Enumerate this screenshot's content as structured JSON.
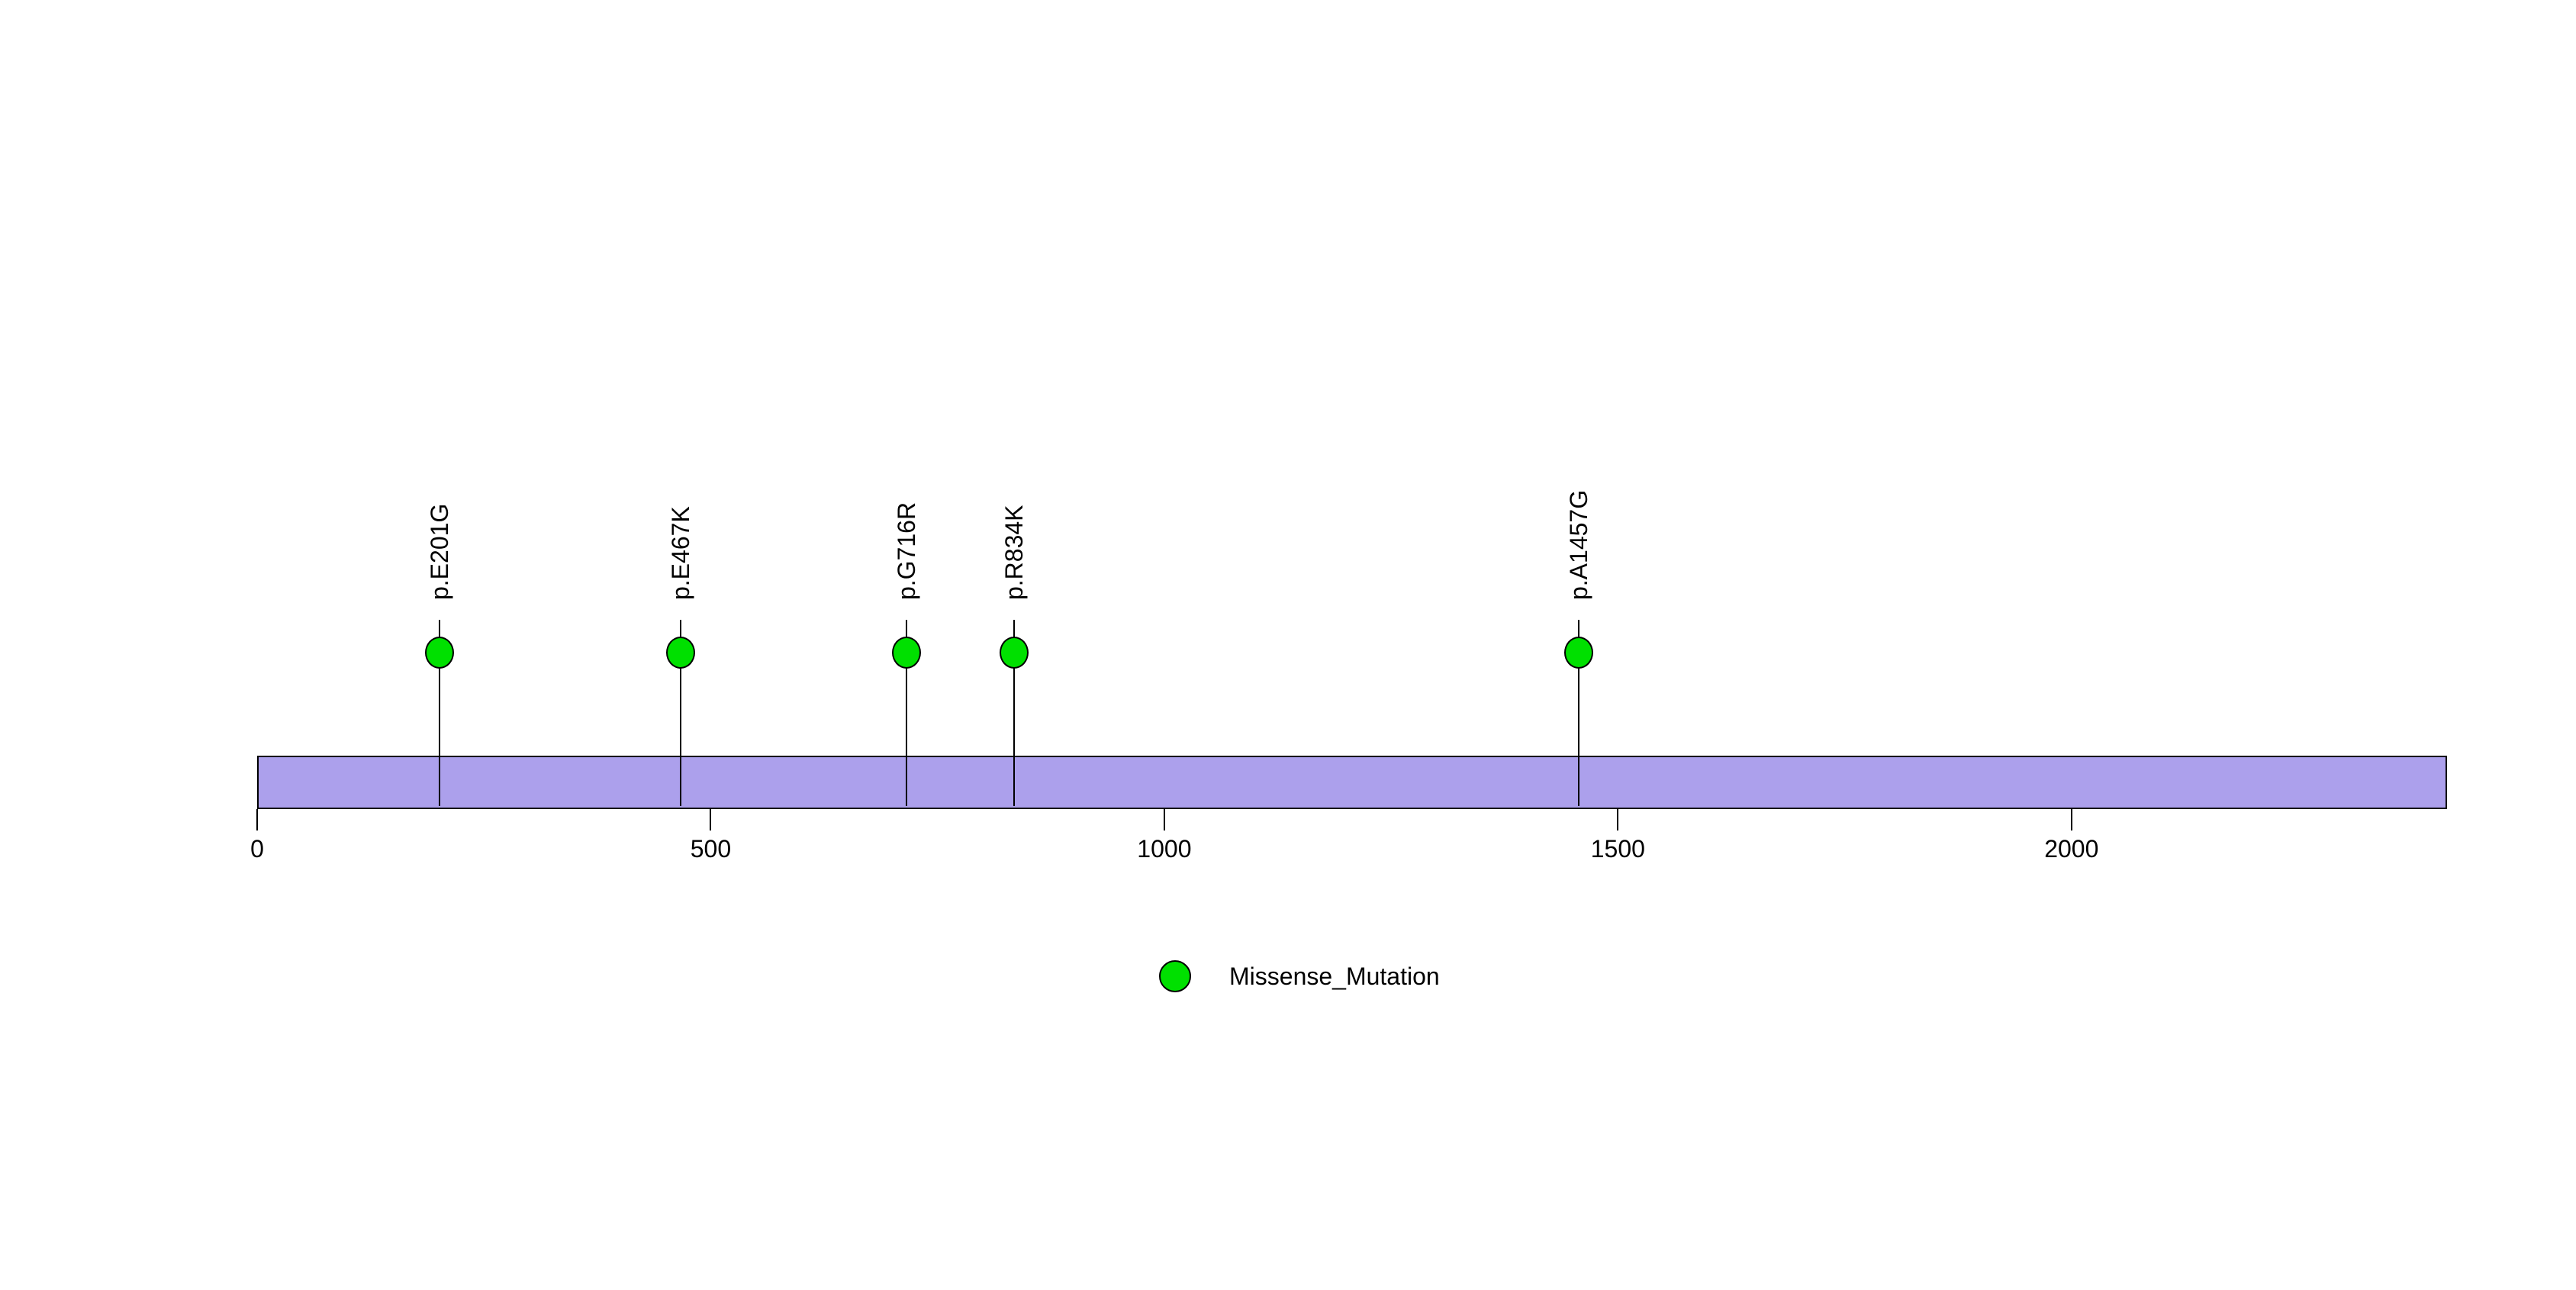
{
  "chart_data": {
    "type": "lollipop",
    "title": "",
    "xlabel": "",
    "ylabel": "",
    "xlim": [
      0,
      2414
    ],
    "protein_length": 2414,
    "axis": {
      "ticks": [
        0,
        500,
        1000,
        1500,
        2000
      ],
      "grid": false
    },
    "mutations": [
      {
        "label": "p.E201G",
        "position": 201,
        "type": "Missense_Mutation"
      },
      {
        "label": "p.E467K",
        "position": 467,
        "type": "Missense_Mutation"
      },
      {
        "label": "p.G716R",
        "position": 716,
        "type": "Missense_Mutation"
      },
      {
        "label": "p.R834K",
        "position": 834,
        "type": "Missense_Mutation"
      },
      {
        "label": "p.A1457G",
        "position": 1457,
        "type": "Missense_Mutation"
      }
    ],
    "legend": [
      {
        "label": "Missense_Mutation",
        "color": "#00E000"
      }
    ],
    "legend_position": "bottom-center",
    "colors": {
      "protein_bar": "#ACA0EC",
      "bar_border": "#000000",
      "mutation_point": "#00E000",
      "point_border": "#000000",
      "stick": "#000000",
      "axis_text": "#000000"
    }
  }
}
